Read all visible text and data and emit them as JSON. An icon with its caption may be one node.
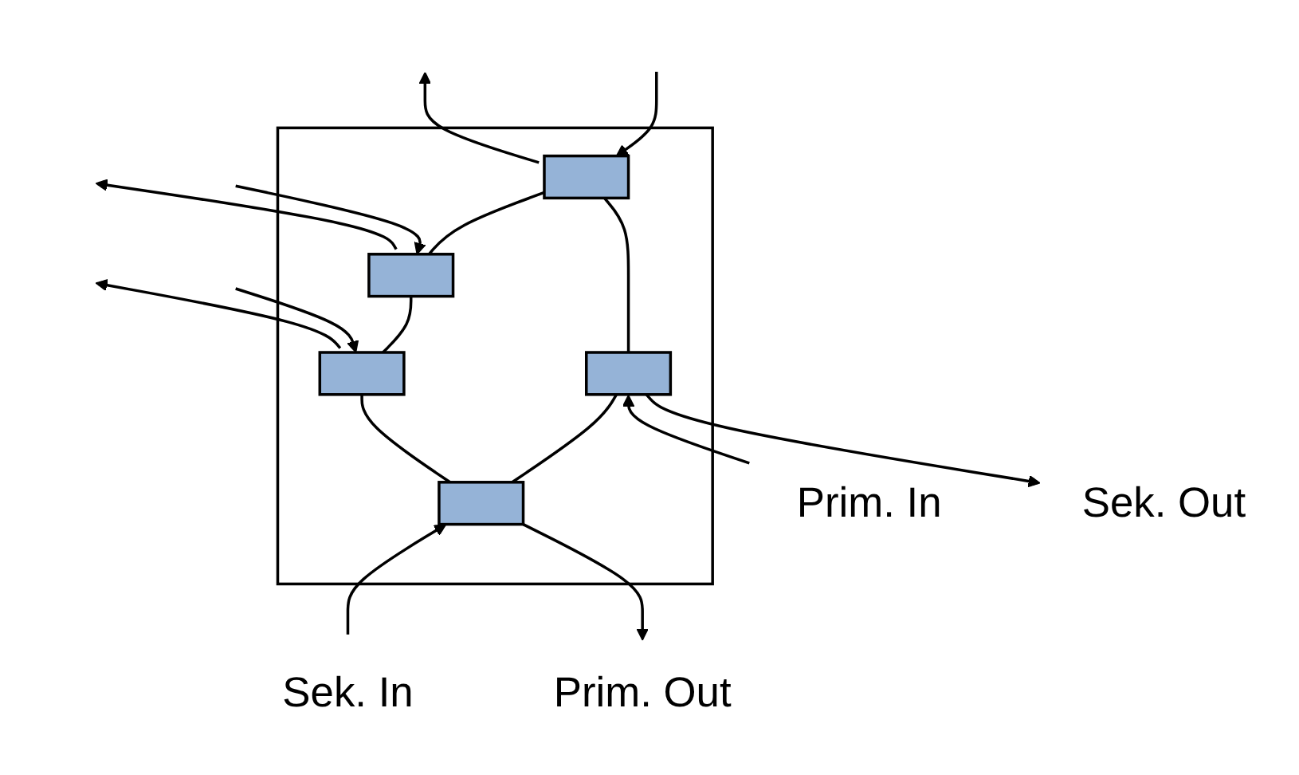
{
  "diagram": {
    "nodes": [
      {
        "text": [],
        "shape": "box"
      },
      {
        "text": [],
        "shape": "box",
        "in": 0
      },
      {
        "text": [],
        "shape": "box",
        "in": 0
      },
      {
        "text": [],
        "shape": "box",
        "in": 0
      },
      {
        "text": [],
        "shape": "box",
        "in": 0
      },
      {
        "text": [],
        "shape": "box",
        "in": 0
      },
      {
        "text": [
          "Prim. In"
        ]
      },
      {
        "text": [
          "Sek. Out"
        ]
      },
      {
        "text": [
          "Sek. In"
        ]
      },
      {
        "text": [
          "Prim. Out"
        ]
      }
    ],
    "edges": [
      {
        "from": 1,
        "to": null,
        "arrow": "to"
      },
      {
        "from": null,
        "to": 1,
        "arrow": "to"
      },
      {
        "from": 2,
        "to": null,
        "arrow": "to"
      },
      {
        "from": null,
        "to": 2,
        "arrow": "to"
      },
      {
        "from": 3,
        "to": null,
        "arrow": "to"
      },
      {
        "from": null,
        "to": 3,
        "arrow": "to"
      },
      {
        "from": 1,
        "to": 4,
        "arrow": "none"
      },
      {
        "from": 1,
        "to": 2,
        "arrow": "none"
      },
      {
        "from": 2,
        "to": 3,
        "arrow": "none"
      },
      {
        "from": 3,
        "to": 5,
        "arrow": "none"
      },
      {
        "from": 4,
        "to": 5,
        "arrow": "none"
      },
      {
        "from": 6,
        "to": 4,
        "arrow": "to"
      },
      {
        "from": 4,
        "to": 7,
        "arrow": "to"
      },
      {
        "from": 8,
        "to": 5,
        "arrow": "to"
      },
      {
        "from": 5,
        "to": 9,
        "arrow": "to"
      }
    ]
  }
}
